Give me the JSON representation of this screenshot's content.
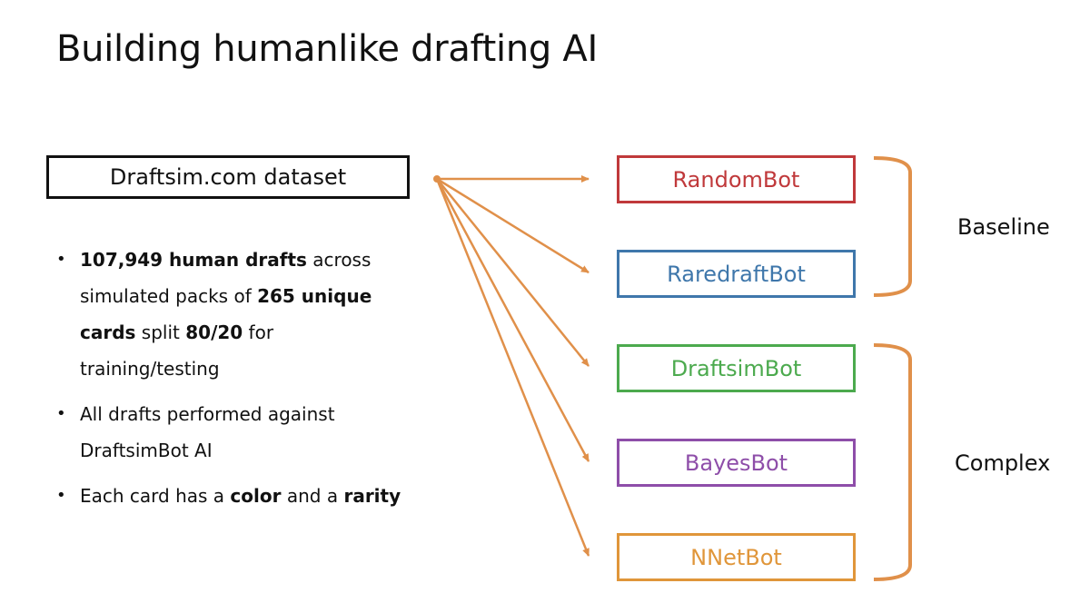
{
  "title": "Building humanlike drafting AI",
  "source_box": "Draftsim.com dataset",
  "bullets": [
    {
      "segments": [
        {
          "text": "107,949 human drafts",
          "bold": true
        },
        {
          "text": " across simulated packs of ",
          "bold": false
        },
        {
          "text": "265 unique cards",
          "bold": true
        },
        {
          "text": " split ",
          "bold": false
        },
        {
          "text": "80/20",
          "bold": true
        },
        {
          "text": " for training/testing",
          "bold": false
        }
      ]
    },
    {
      "segments": [
        {
          "text": "All drafts performed against DraftsimBot AI",
          "bold": false
        }
      ]
    },
    {
      "segments": [
        {
          "text": "Each card has a ",
          "bold": false
        },
        {
          "text": "color",
          "bold": true
        },
        {
          "text": " and a ",
          "bold": false
        },
        {
          "text": "rarity",
          "bold": true
        }
      ]
    }
  ],
  "bots": [
    {
      "label": "RandomBot",
      "color": "#c0393b"
    },
    {
      "label": "RaredraftBot",
      "color": "#3f77ab"
    },
    {
      "label": "DraftsimBot",
      "color": "#4caa4e"
    },
    {
      "label": "BayesBot",
      "color": "#8e4ea9"
    },
    {
      "label": "NNetBot",
      "color": "#e0963a"
    }
  ],
  "groups": {
    "baseline": "Baseline",
    "complex": "Complex"
  },
  "colors": {
    "arrow": "#e0904a",
    "bracket": "#e0904a"
  },
  "icons": {
    "bullet": "•"
  }
}
